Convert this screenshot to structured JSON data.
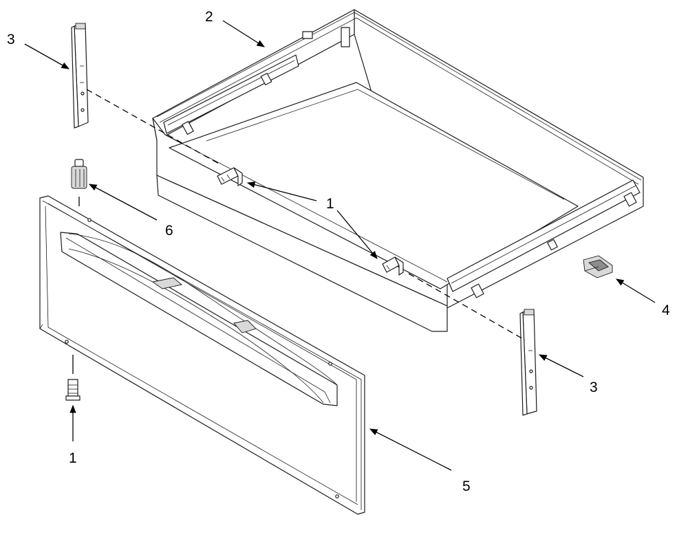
{
  "callouts": {
    "c1_top": "1",
    "c1_bottom": "1",
    "c2": "2",
    "c3_left": "3",
    "c3_right": "3",
    "c4": "4",
    "c5": "5",
    "c6": "6"
  },
  "colors": {
    "line": "#1a1a1a",
    "fill": "#ffffff",
    "shade": "#d9d9d9"
  }
}
